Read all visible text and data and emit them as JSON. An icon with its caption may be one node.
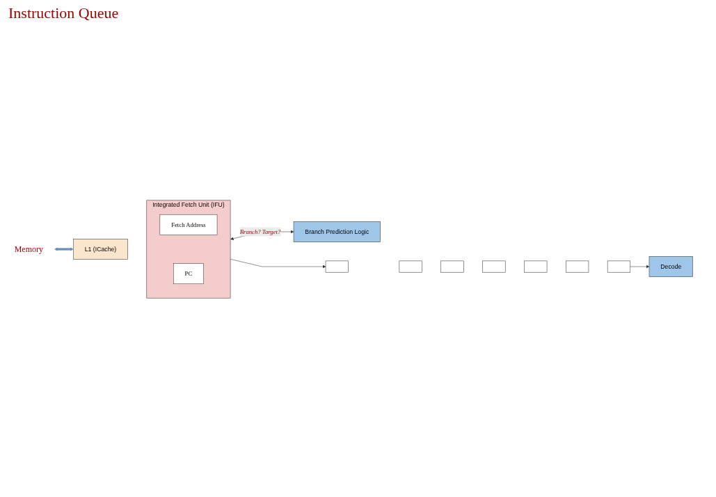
{
  "diagram": {
    "nodes": [
      {
        "text": [
          "Memory"
        ]
      },
      {
        "text": [
          "L1 (ICache)"
        ]
      },
      {
        "text": [
          "Integrated Fetch Unit (IFU)"
        ]
      },
      {
        "text": [
          "Fetch Address"
        ],
        "in": 2
      },
      {
        "text": [
          "PC"
        ],
        "in": 2
      },
      {
        "text": [
          "Branch Prediction Logic"
        ]
      },
      {
        "text": [],
        "shape": "box"
      },
      {
        "text": [],
        "shape": "box"
      },
      {
        "text": [],
        "shape": "box"
      },
      {
        "text": [],
        "shape": "box"
      },
      {
        "text": [],
        "shape": "box"
      },
      {
        "text": [],
        "shape": "box"
      },
      {
        "text": [],
        "shape": "box"
      },
      {
        "text": [
          "Decode"
        ]
      }
    ],
    "edges": [
      {
        "from": 0,
        "to": 1,
        "arrow": "both",
        "style": "thick",
        "color": "#6d8fb3"
      },
      {
        "from": 2,
        "to": 6,
        "arrow": "to"
      },
      {
        "from": 12,
        "to": 13,
        "arrow": "to"
      },
      {
        "from": 2,
        "to": 5,
        "arrow": "both",
        "label": "Branch? Target?"
      }
    ],
    "labels": [
      "Instruction Queue"
    ]
  }
}
